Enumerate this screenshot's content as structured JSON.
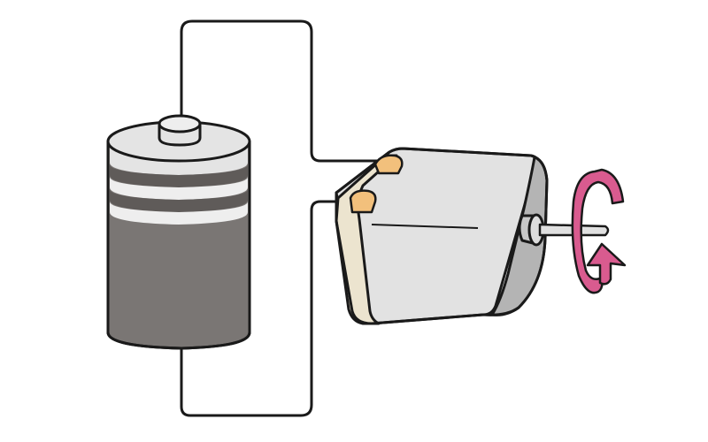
{
  "diagram": {
    "components": [
      {
        "id": "battery",
        "icon": "battery-icon"
      },
      {
        "id": "motor",
        "icon": "dc-motor-icon"
      },
      {
        "id": "rotation-indicator",
        "icon": "rotation-arrow-icon"
      }
    ],
    "connections": [
      {
        "from": "battery-positive-terminal",
        "to": "motor-terminal-top"
      },
      {
        "from": "battery-bottom",
        "to": "motor-terminal-bottom"
      }
    ],
    "colors": {
      "outline": "#1a1a1a",
      "battery_body": "#7a7674",
      "battery_top": "#e4e4e4",
      "battery_band_light": "#eeeeee",
      "battery_band_dark": "#5f5b59",
      "motor_body": "#e2e2e2",
      "motor_front": "#b4b4b4",
      "motor_endcap": "#ece4cf",
      "terminal": "#f2c07c",
      "shaft": "#c8c8c8",
      "rotation_arrow": "#d95b8f"
    }
  }
}
